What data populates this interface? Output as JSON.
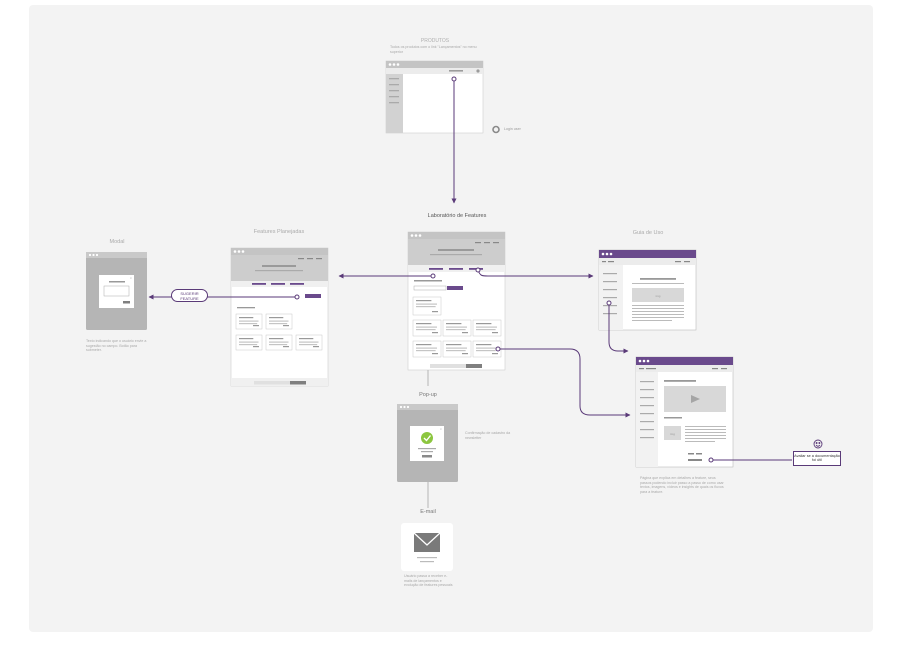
{
  "diagram": {
    "colors": {
      "background": "#f3f3f3",
      "wireframe_gray": "#b3b3b3",
      "wireframe_light": "#e2e2e2",
      "accent_purple": "#6a4a8c",
      "connector": "#5a3a78",
      "success_green": "#8cc63f"
    },
    "nodes": {
      "produtos": {
        "title": "PRODUTOS",
        "description": "Todos os produtos com o link \"Lançamentos\" no menu superior"
      },
      "login_user": {
        "label": "Login user"
      },
      "laboratorio": {
        "title": "Laboratório de Features"
      },
      "features_planejadas": {
        "title": "Features Planejadas"
      },
      "guia_de_uso": {
        "title": "Guia de Uso"
      },
      "modal": {
        "title": "Modal",
        "description": "Texto indicando que o usuário envie a sugestão no campo. Botão para submeter."
      },
      "pop_up": {
        "title": "Pop-up",
        "description": "Confirmação de cadastro da newsletter"
      },
      "email": {
        "title": "E-mail",
        "description": "Usuário passa a receber e-mails de lançamentos e evolução de features pessoais"
      },
      "guia_detalhe": {
        "description": "Página que explica em detalhes a feature, seus passos podendo incluir passo a passo de como usar textos, imagens, vídeos e insights de quais os fluxos para a feature."
      }
    },
    "pills": {
      "sugerir_feature": "SUGERIR FEATURE"
    },
    "cta": {
      "documentacao": "Avaliar se a documentação foi útil"
    },
    "icons": [
      "login-user-icon",
      "smiley-icon",
      "envelope-icon",
      "checkmark-icon",
      "video-play-icon",
      "image-placeholder-icon"
    ]
  }
}
